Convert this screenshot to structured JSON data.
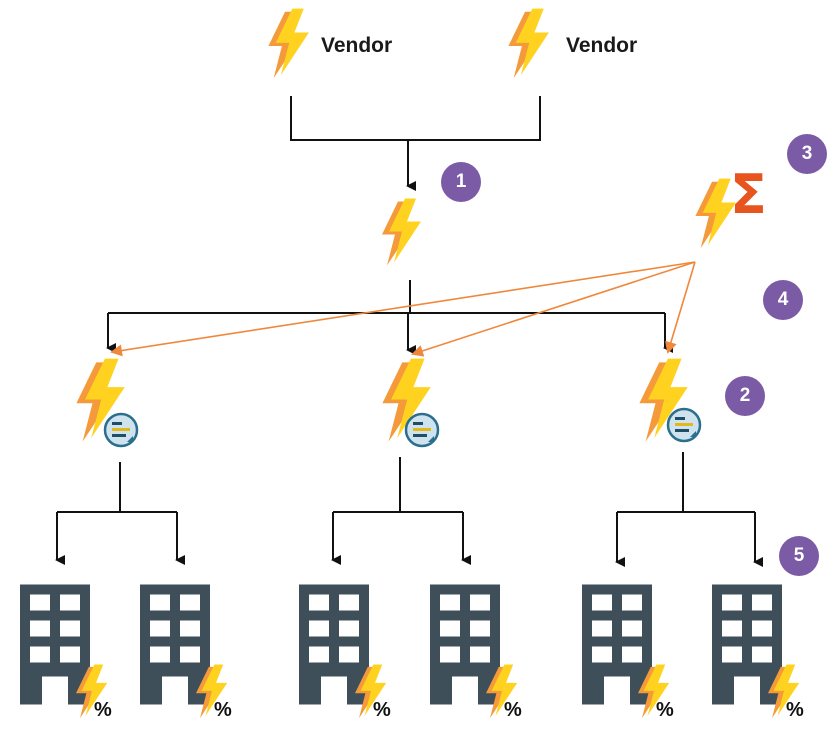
{
  "vendors": [
    {
      "label": "Vendor"
    },
    {
      "label": "Vendor"
    }
  ],
  "badges": [
    "1",
    "2",
    "3",
    "4",
    "5"
  ],
  "aggregator": {
    "symbol": "Σ"
  },
  "building_tag": "%",
  "colors": {
    "bolt_fill": "#ffd21f",
    "bolt_shadow": "#f59a3a",
    "line": "#111111",
    "orange_link": "#f0883c",
    "badge": "#7b5aa6",
    "building": "#3f4f59",
    "sigma": "#e8541e",
    "doc_icon_bg": "#cfe3ee"
  }
}
